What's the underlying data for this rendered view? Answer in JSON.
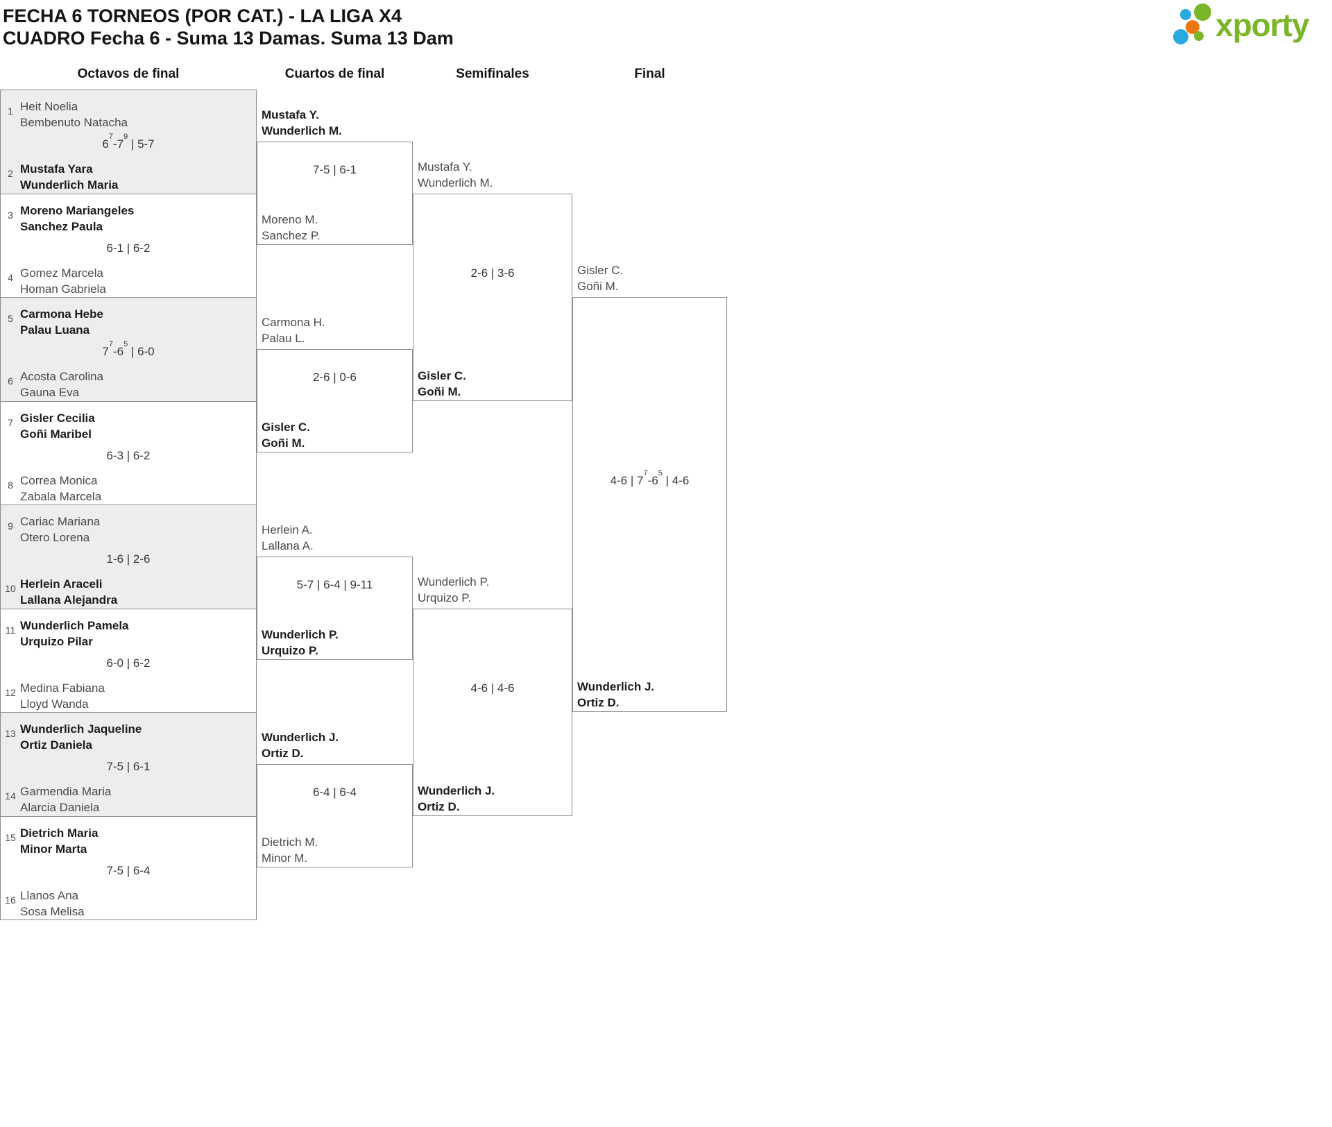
{
  "title": {
    "line1": "FECHA 6 TORNEOS (POR CAT.) - LA LIGA X4",
    "line2": "CUADRO Fecha 6 - Suma 13 Damas. Suma 13 Dam"
  },
  "logo": {
    "text": "xporty"
  },
  "colors": {
    "green": "#7ab629",
    "blue": "#2aa9e0",
    "orange": "#e8780f",
    "border": "#8c8c8c",
    "shaded_box": "#ededed"
  },
  "round_headers": [
    "Octavos de final",
    "Cuartos de final",
    "Semifinales",
    "Final"
  ],
  "bracket": {
    "octavos": [
      {
        "seedA": "1",
        "teamA": [
          "Heit Noelia",
          "Bembenuto Natacha"
        ],
        "winnerA": false,
        "score": "6⁷-7⁹ | 5-7",
        "seedB": "2",
        "teamB": [
          "Mustafa Yara",
          "Wunderlich Maria"
        ],
        "winnerB": true,
        "shaded": true
      },
      {
        "seedA": "3",
        "teamA": [
          "Moreno Mariangeles",
          "Sanchez Paula"
        ],
        "winnerA": true,
        "score": "6-1 | 6-2",
        "seedB": "4",
        "teamB": [
          "Gomez Marcela",
          "Homan Gabriela"
        ],
        "winnerB": false,
        "shaded": false
      },
      {
        "seedA": "5",
        "teamA": [
          "Carmona Hebe",
          "Palau Luana"
        ],
        "winnerA": true,
        "score": "7⁷-6⁵ | 6-0",
        "seedB": "6",
        "teamB": [
          "Acosta Carolina",
          "Gauna Eva"
        ],
        "winnerB": false,
        "shaded": true
      },
      {
        "seedA": "7",
        "teamA": [
          "Gisler Cecilia",
          "Goñi Maribel"
        ],
        "winnerA": true,
        "score": "6-3 | 6-2",
        "seedB": "8",
        "teamB": [
          "Correa Monica",
          "Zabala Marcela"
        ],
        "winnerB": false,
        "shaded": false
      },
      {
        "seedA": "9",
        "teamA": [
          "Cariac Mariana",
          "Otero Lorena"
        ],
        "winnerA": false,
        "score": "1-6 | 2-6",
        "seedB": "10",
        "teamB": [
          "Herlein Araceli",
          "Lallana Alejandra"
        ],
        "winnerB": true,
        "shaded": true
      },
      {
        "seedA": "11",
        "teamA": [
          "Wunderlich Pamela",
          "Urquizo Pilar"
        ],
        "winnerA": true,
        "score": "6-0 | 6-2",
        "seedB": "12",
        "teamB": [
          "Medina Fabiana",
          "Lloyd Wanda"
        ],
        "winnerB": false,
        "shaded": false
      },
      {
        "seedA": "13",
        "teamA": [
          "Wunderlich Jaqueline",
          "Ortiz Daniela"
        ],
        "winnerA": true,
        "score": "7-5 | 6-1",
        "seedB": "14",
        "teamB": [
          "Garmendia Maria",
          "Alarcia Daniela"
        ],
        "winnerB": false,
        "shaded": true
      },
      {
        "seedA": "15",
        "teamA": [
          "Dietrich Maria",
          "Minor Marta"
        ],
        "winnerA": true,
        "score": "7-5 | 6-4",
        "seedB": "16",
        "teamB": [
          "Llanos Ana",
          "Sosa Melisa"
        ],
        "winnerB": false,
        "shaded": false
      }
    ],
    "cuartos": [
      {
        "slots": [
          {
            "team": [
              "Mustafa Y.",
              "Wunderlich M."
            ],
            "winner": true
          },
          {
            "team": [
              "Moreno M.",
              "Sanchez P."
            ],
            "winner": false
          }
        ],
        "score": "7-5 | 6-1"
      },
      {
        "slots": [
          {
            "team": [
              "Carmona H.",
              "Palau L."
            ],
            "winner": false
          },
          {
            "team": [
              "Gisler C.",
              "Goñi M."
            ],
            "winner": true
          }
        ],
        "score": "2-6 | 0-6"
      },
      {
        "slots": [
          {
            "team": [
              "Herlein A.",
              "Lallana A."
            ],
            "winner": false
          },
          {
            "team": [
              "Wunderlich P.",
              "Urquizo P."
            ],
            "winner": true
          }
        ],
        "score": "5-7 | 6-4 | 9-11"
      },
      {
        "slots": [
          {
            "team": [
              "Wunderlich J.",
              "Ortiz D."
            ],
            "winner": true
          },
          {
            "team": [
              "Dietrich M.",
              "Minor M."
            ],
            "winner": false
          }
        ],
        "score": "6-4 | 6-4"
      }
    ],
    "semifinales": [
      {
        "slots": [
          {
            "team": [
              "Mustafa Y.",
              "Wunderlich M."
            ],
            "winner": false
          },
          {
            "team": [
              "Gisler C.",
              "Goñi M."
            ],
            "winner": true
          }
        ],
        "score": "2-6 | 3-6"
      },
      {
        "slots": [
          {
            "team": [
              "Wunderlich P.",
              "Urquizo P."
            ],
            "winner": false
          },
          {
            "team": [
              "Wunderlich J.",
              "Ortiz D."
            ],
            "winner": true
          }
        ],
        "score": "4-6 | 4-6"
      }
    ],
    "final": [
      {
        "slots": [
          {
            "team": [
              "Gisler C.",
              "Goñi M."
            ],
            "winner": false
          },
          {
            "team": [
              "Wunderlich J.",
              "Ortiz D."
            ],
            "winner": true
          }
        ],
        "score": "4-6 | 7⁷-6⁵ | 4-6"
      }
    ]
  }
}
